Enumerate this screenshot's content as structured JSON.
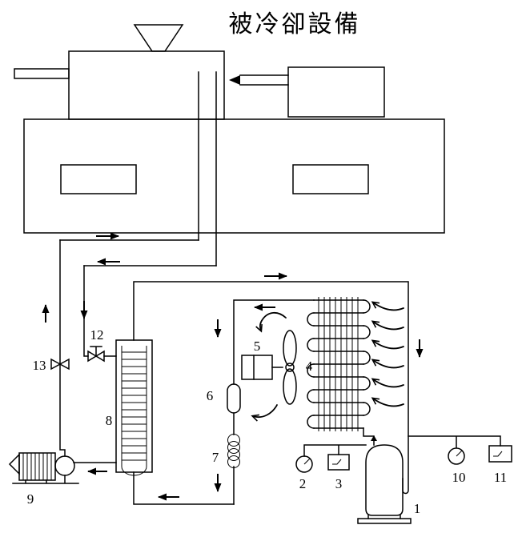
{
  "title": "被冷卻設備",
  "labels": [
    "1",
    "2",
    "3",
    "4",
    "5",
    "6",
    "7",
    "8",
    "9",
    "10",
    "11",
    "12",
    "13"
  ],
  "colors": {
    "line": "#000000",
    "background": "#ffffff"
  }
}
